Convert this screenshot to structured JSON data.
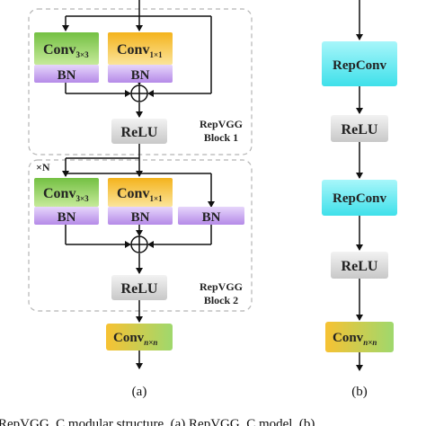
{
  "colors": {
    "green": "#8fd06a",
    "orange": "#f7c64a",
    "purple": "#c9a8f2",
    "gray": "#d8d8d8",
    "cyan": "#5fe8ef",
    "dashed": "#b5b5b5",
    "line": "#111111"
  },
  "panel_a": {
    "block1": {
      "conv3_main": "Conv",
      "conv3_sub": "3×3",
      "conv1_main": "Conv",
      "conv1_sub": "1×1",
      "bn_a": "BN",
      "bn_b": "BN",
      "relu": "ReLU",
      "label_line1": "RepVGG",
      "label_line2": "Block 1"
    },
    "block2": {
      "repeat": "×N",
      "conv3_main": "Conv",
      "conv3_sub": "3×3",
      "conv1_main": "Conv",
      "conv1_sub": "1×1",
      "bn_a": "BN",
      "bn_b": "BN",
      "bn_c": "BN",
      "relu": "ReLU",
      "label_line1": "RepVGG",
      "label_line2": "Block 2"
    },
    "convnn_main": "Conv",
    "convnn_sub": "n×n",
    "caption": "(a)"
  },
  "panel_b": {
    "repconv1": "RepConv",
    "relu1": "ReLU",
    "repconv2": "RepConv",
    "relu2": "ReLU",
    "convnn_main": "Conv",
    "convnn_sub": "n×n",
    "caption": "(b)"
  },
  "bottom_text": "RepVGG_C modular structure. (a) RepVGG_C model. (b) ..."
}
